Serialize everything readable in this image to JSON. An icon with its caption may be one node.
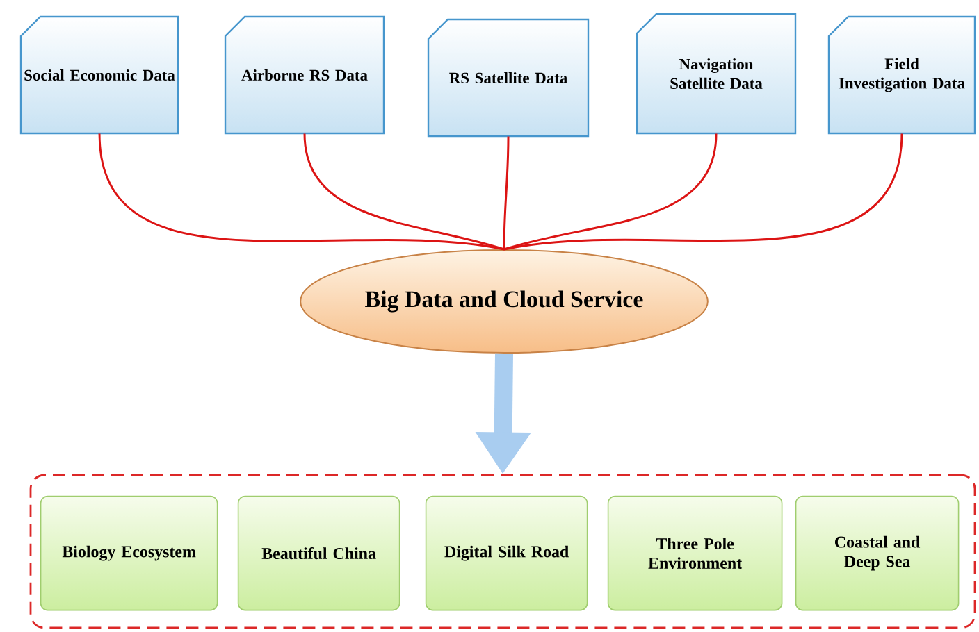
{
  "diagram": {
    "nodes": [
      {
        "text": [
          "Social Economic Data"
        ]
      },
      {
        "text": [
          "Airborne RS Data"
        ]
      },
      {
        "text": [
          "RS Satellite Data"
        ]
      },
      {
        "text": [
          "Navigation Satellite Data"
        ]
      },
      {
        "text": [
          "Field Investigation Data"
        ]
      },
      {
        "text": [
          "Big Data and Cloud Service"
        ]
      },
      {
        "text": [],
        "shape": "box"
      },
      {
        "text": [
          "Biology Ecosystem"
        ],
        "in": 6
      },
      {
        "text": [
          "Beautiful China"
        ],
        "in": 6
      },
      {
        "text": [
          "Digital Silk Road"
        ],
        "in": 6
      },
      {
        "text": [
          "Three Pole Environment"
        ],
        "in": 6
      },
      {
        "text": [
          "Coastal and Deep Sea"
        ],
        "in": 6
      }
    ],
    "edges": [
      {
        "from": 0,
        "to": 5,
        "arrow": "none"
      },
      {
        "from": 1,
        "to": 5,
        "arrow": "none"
      },
      {
        "from": 2,
        "to": 5,
        "arrow": "none"
      },
      {
        "from": 3,
        "to": 5,
        "arrow": "none"
      },
      {
        "from": 4,
        "to": 5,
        "arrow": "none"
      },
      {
        "from": 5,
        "to": 6,
        "arrow": "to",
        "style": "thick",
        "color": "#a9cdf0"
      }
    ]
  }
}
